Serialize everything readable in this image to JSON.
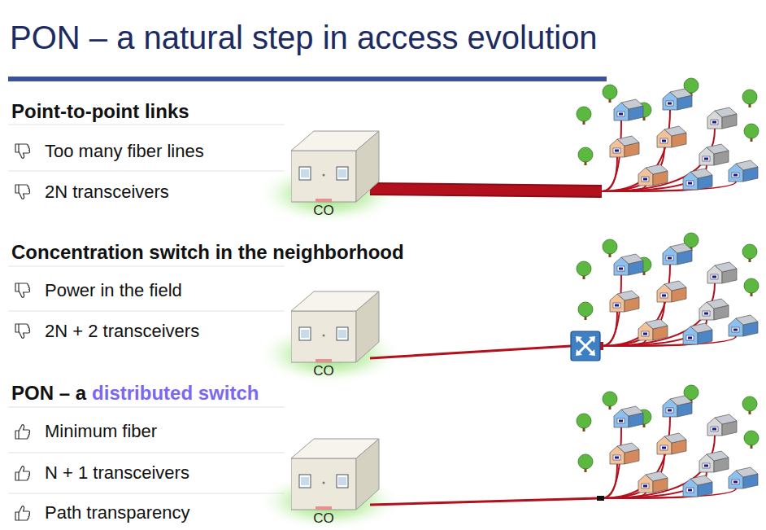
{
  "diagram": {
    "title": "PON – a natural step in access evolution",
    "nodes": [
      {
        "text": [
          "CO"
        ]
      },
      {
        "text": [
          "CO"
        ]
      },
      {
        "text": [
          "CO"
        ]
      }
    ],
    "labels": [
      "Point-to-point links",
      "Too many fiber lines",
      "2N transceivers",
      "Concentration switch in the neighborhood",
      "Power in the field",
      "2N + 2 transceivers",
      "PON – a",
      "distributed switch",
      "Minimum fiber",
      "N + 1 transceivers",
      "Path transparency"
    ]
  }
}
